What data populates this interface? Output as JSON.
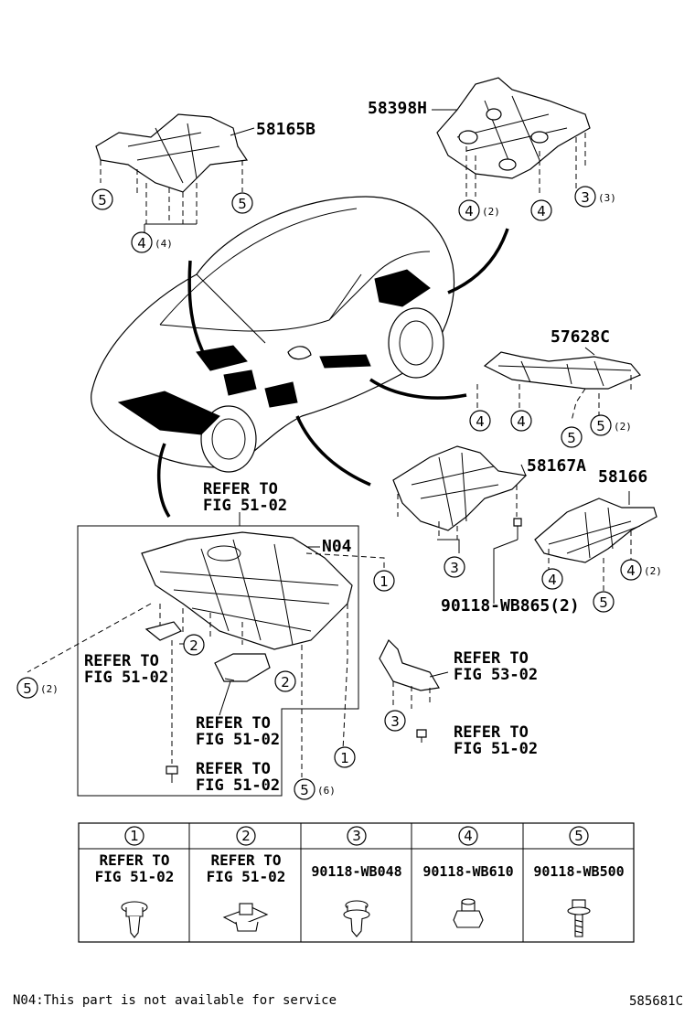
{
  "parts": {
    "p58165B": "58165B",
    "p58398H": "58398H",
    "p57628C": "57628C",
    "p58167A": "58167A",
    "p58166": "58166",
    "n04": "N04",
    "bolt_wb865": "90118-WB865(2)"
  },
  "callouts": {
    "c1": "1",
    "c2": "2",
    "c3": "3",
    "c4": "4",
    "c5": "5",
    "q2": "(2)",
    "q3": "(3)",
    "q4": "(4)",
    "q6": "(6)"
  },
  "refs": {
    "refer_to": "REFER TO",
    "fig_51_02": "FIG 51-02",
    "fig_53_02": "FIG 53-02"
  },
  "legend_table": {
    "headers": [
      "1",
      "2",
      "3",
      "4",
      "5"
    ],
    "row1": [
      "REFER TO",
      "REFER TO",
      "90118-WB048",
      "90118-WB610",
      "90118-WB500"
    ],
    "row2": [
      "FIG 51-02",
      "FIG 51-02",
      "",
      "",
      ""
    ]
  },
  "footer": {
    "note": "N04:This part is not available for service",
    "drawing_id": "585681C"
  }
}
